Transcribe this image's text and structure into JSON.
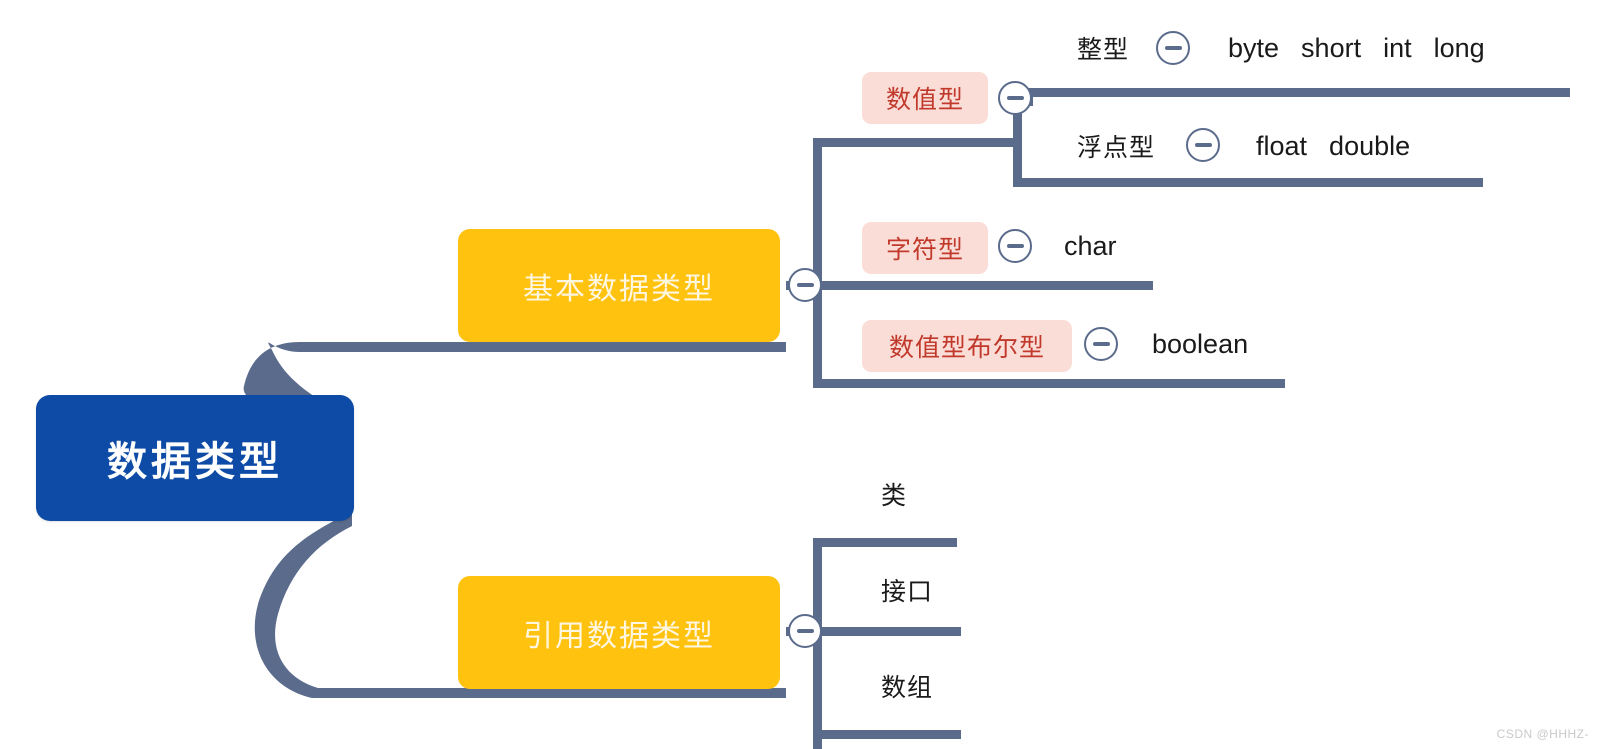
{
  "diagram": {
    "title": "数据类型",
    "type": "mindmap",
    "accent_colors": {
      "root_fill": "#0E4BA6",
      "root_text": "#FFFFFF",
      "branch_fill": "#FFC20E",
      "branch_text": "#FFF6E0",
      "tag_fill": "#FBDDD8",
      "tag_text": "#C0392B",
      "line": "#5A6B8C",
      "leaf_text": "#1A1A1A"
    }
  },
  "root": {
    "label": "数据类型"
  },
  "branches": [
    {
      "label": "基本数据类型"
    },
    {
      "label": "引用数据类型"
    }
  ],
  "primitive": {
    "numeric": {
      "label": "数值型",
      "children": [
        {
          "label": "整型",
          "types": [
            "byte",
            "short",
            "int",
            "long"
          ]
        },
        {
          "label": "浮点型",
          "types": [
            "float",
            "double"
          ]
        }
      ]
    },
    "char": {
      "label": "字符型",
      "types": [
        "char"
      ]
    },
    "boolean": {
      "label": "数值型布尔型",
      "types": [
        "boolean"
      ]
    }
  },
  "reference": {
    "children": [
      {
        "label": "类"
      },
      {
        "label": "接口"
      },
      {
        "label": "数组"
      }
    ]
  },
  "toggles": {
    "icon": "minus-icon",
    "names": [
      "root-basic-toggle",
      "numeric-toggle",
      "integer-toggle",
      "float-toggle",
      "char-toggle",
      "boolean-toggle",
      "reference-toggle"
    ]
  },
  "watermark": {
    "text": "CSDN @HHHZ-"
  }
}
